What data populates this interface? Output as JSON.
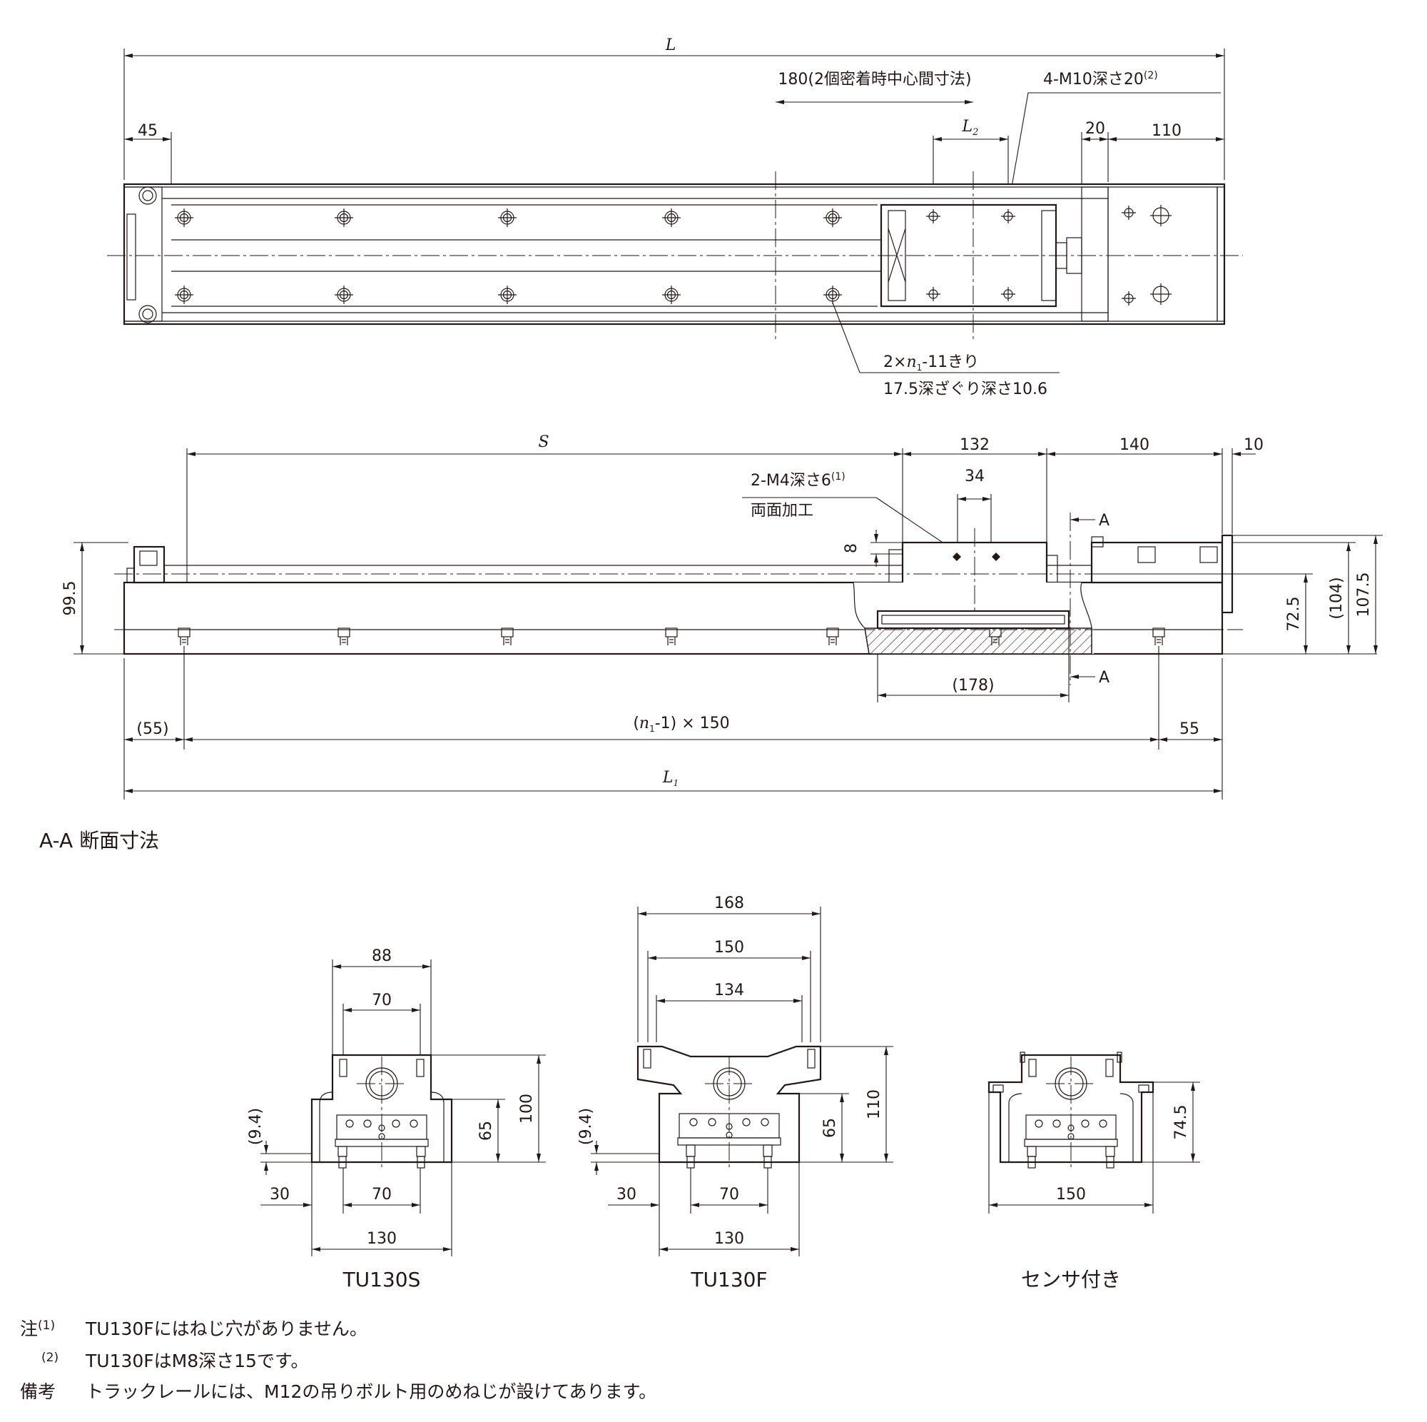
{
  "top_view": {
    "L": "L",
    "dim_180": "180(2個密着時中心間寸法)",
    "dim_M10": "4-M10深さ20",
    "dim_M10_note": "(2)",
    "L2": "L",
    "L2_sub": "2",
    "dim_45": "45",
    "dim_20": "20",
    "dim_110": "110",
    "holes_line1_a": "2×",
    "holes_line1_n": "n",
    "holes_line1_sub": "1",
    "holes_line1_b": "-11きり",
    "holes_line2": "17.5深ざぐり深さ10.6"
  },
  "side_view": {
    "S": "S",
    "dim_132": "132",
    "dim_140": "140",
    "dim_10": "10",
    "dim_34": "34",
    "dim_M4": "2-M4深さ6",
    "dim_M4_note": "(1)",
    "dim_M4_line2": "両面加工",
    "dim_8": "8",
    "dim_99_5": "99.5",
    "dim_72_5": "72.5",
    "dim_104": "(104)",
    "dim_107_5": "107.5",
    "section_A_top": "A",
    "section_A_bottom": "A",
    "dim_178": "(178)",
    "dim_55_left": "(55)",
    "pitch_open": "(",
    "pitch_n": "n",
    "pitch_sub": "1",
    "pitch_rest": "-1) × 150",
    "dim_55_right": "55",
    "L1": "L",
    "L1_sub": "1"
  },
  "section_title": "A-A 断面寸法",
  "section_tu130s": {
    "caption": "TU130S",
    "dim_88": "88",
    "dim_70_top": "70",
    "dim_100": "100",
    "dim_65": "65",
    "dim_9_4": "(9.4)",
    "dim_30": "30",
    "dim_70_bottom": "70",
    "dim_130": "130"
  },
  "section_tu130f": {
    "caption": "TU130F",
    "dim_168": "168",
    "dim_150": "150",
    "dim_134": "134",
    "dim_110": "110",
    "dim_65": "65",
    "dim_9_4": "(9.4)",
    "dim_30": "30",
    "dim_70": "70",
    "dim_130": "130"
  },
  "section_sensor": {
    "caption": "センサ付き",
    "dim_74_5": "74.5",
    "dim_150": "150"
  },
  "notes": {
    "label1": "注",
    "mark1": "(1)",
    "text1": "TU130Fにはねじ穴がありません。",
    "mark2": "(2)",
    "text2": "TU130FはM8深さ15です。",
    "label3": "備考",
    "text3": "トラックレールには、M12の吊りボルト用のめねじが設けてあります。"
  }
}
